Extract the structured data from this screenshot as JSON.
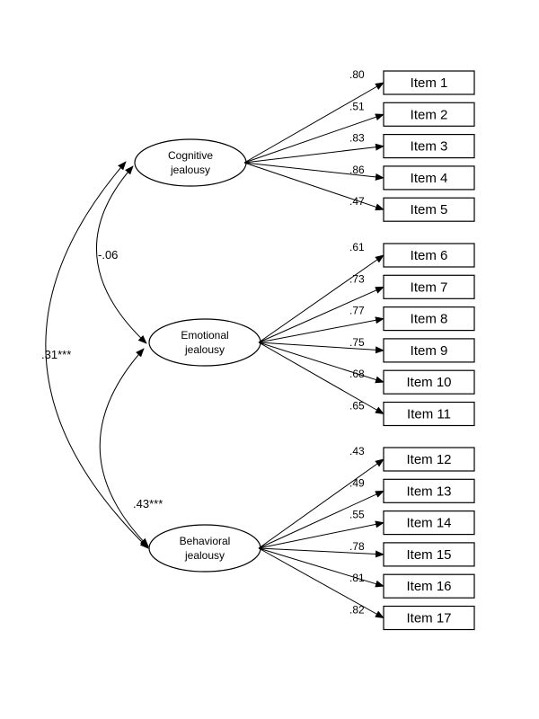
{
  "factors": [
    {
      "lines": [
        "Cognitive",
        "jealousy"
      ],
      "items": [
        {
          "label": "Item 1",
          "loading": ".80"
        },
        {
          "label": "Item 2",
          "loading": ".51"
        },
        {
          "label": "Item 3",
          "loading": ".83"
        },
        {
          "label": "Item 4",
          "loading": ".86"
        },
        {
          "label": "Item 5",
          "loading": ".47"
        }
      ]
    },
    {
      "lines": [
        "Emotional",
        "jealousy"
      ],
      "items": [
        {
          "label": "Item 6",
          "loading": ".61"
        },
        {
          "label": "Item 7",
          "loading": ".73"
        },
        {
          "label": "Item 8",
          "loading": ".77"
        },
        {
          "label": "Item 9",
          "loading": ".75"
        },
        {
          "label": "Item 10",
          "loading": ".68"
        },
        {
          "label": "Item 11",
          "loading": ".65"
        }
      ]
    },
    {
      "lines": [
        "Behavioral",
        "jealousy"
      ],
      "items": [
        {
          "label": "Item 12",
          "loading": ".43"
        },
        {
          "label": "Item 13",
          "loading": ".49"
        },
        {
          "label": "Item 14",
          "loading": ".55"
        },
        {
          "label": "Item 15",
          "loading": ".78"
        },
        {
          "label": "Item 16",
          "loading": ".81"
        },
        {
          "label": "Item 17",
          "loading": ".82"
        }
      ]
    }
  ],
  "correlations": {
    "cognitive_emotional": "-.06",
    "emotional_behavioral": ".43***",
    "cognitive_behavioral": ".31***"
  }
}
